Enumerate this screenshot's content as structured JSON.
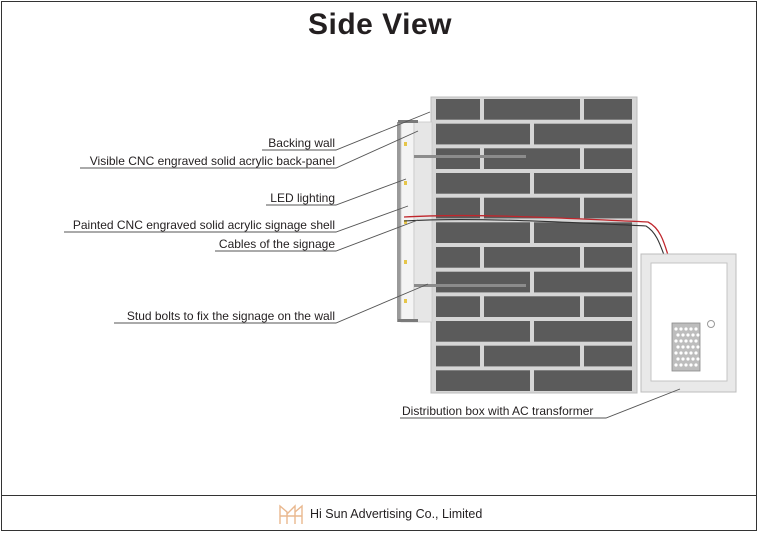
{
  "title": "Side View",
  "labels": {
    "backing_wall": "Backing wall",
    "back_panel": "Visible CNC engraved solid acrylic back-panel",
    "led": "LED lighting",
    "shell": "Painted CNC engraved solid acrylic signage shell",
    "cables": "Cables of the signage",
    "bolts": "Stud bolts to fix the signage on the wall",
    "distribution": "Distribution box with AC transformer"
  },
  "footer": {
    "company": "Hi Sun Advertising Co., Limited"
  },
  "colors": {
    "brick": "#5b5b5b",
    "mortar": "#d6d6d6",
    "wall_edge": "#bdbdbd",
    "cable_red": "#c0262c",
    "leader": "#555555",
    "logo": "#e9b88f"
  }
}
